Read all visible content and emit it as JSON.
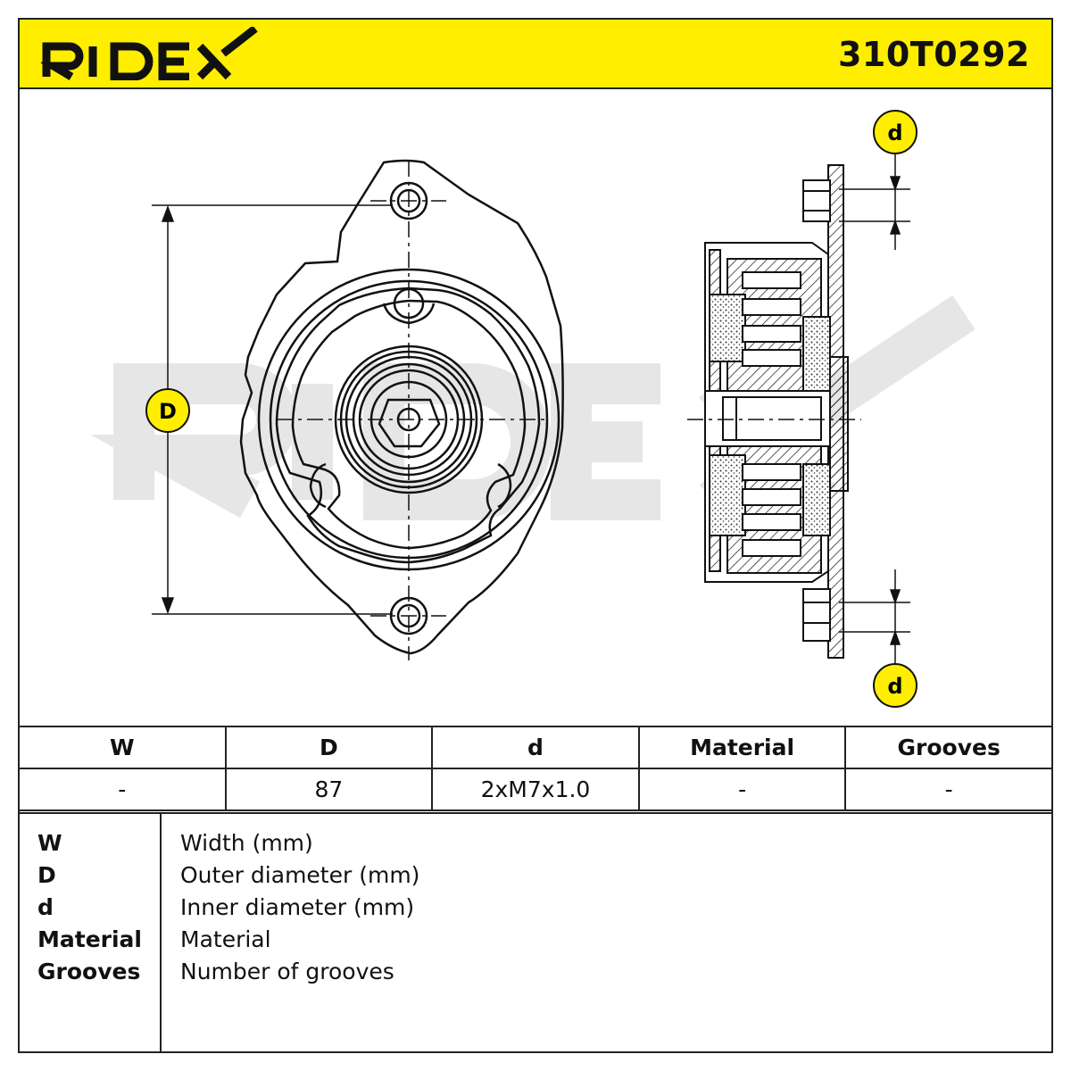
{
  "header": {
    "brand": "RIDEX",
    "part_number": "310T0292"
  },
  "drawing": {
    "markers": {
      "D": "D",
      "d_top": "d",
      "d_bottom": "d"
    },
    "watermark": "RIDEX",
    "colors": {
      "marker_fill": "#ffee00",
      "watermark": "#e6e6e6"
    }
  },
  "spec_table": {
    "headers": [
      "W",
      "D",
      "d",
      "Material",
      "Grooves"
    ],
    "values": [
      "-",
      "87",
      "2xM7x1.0",
      "-",
      "-"
    ]
  },
  "legend": [
    {
      "key": "W",
      "value": "Width (mm)"
    },
    {
      "key": "D",
      "value": "Outer diameter (mm)"
    },
    {
      "key": "d",
      "value": "Inner diameter (mm)"
    },
    {
      "key": "Material",
      "value": "Material"
    },
    {
      "key": "Grooves",
      "value": "Number of grooves"
    }
  ]
}
